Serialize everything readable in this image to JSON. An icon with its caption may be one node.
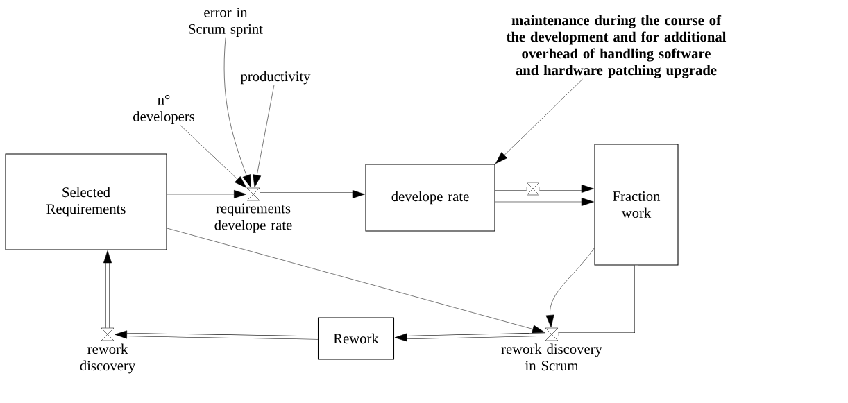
{
  "diagram": {
    "nodes": [
      {
        "text": [
          "Selected Requirements"
        ]
      },
      {
        "text": [
          "develope rate"
        ]
      },
      {
        "text": [
          "Fraction work"
        ]
      },
      {
        "text": [
          "Rework"
        ]
      },
      {
        "text": [
          "n° developers"
        ]
      },
      {
        "text": [
          "error in Scrum sprint"
        ]
      },
      {
        "text": [
          "productivity"
        ]
      },
      {
        "text": [
          "maintenance during the course of the development and for additional overhead of handling software and hardware patching upgrade"
        ]
      },
      {
        "text": [
          "requirements develope rate"
        ]
      },
      {
        "text": [],
        "shape": "valve"
      },
      {
        "text": [
          "rework discovery in Scrum"
        ]
      },
      {
        "text": [
          "rework discovery"
        ]
      }
    ],
    "edges": [
      {
        "from": 4,
        "to": 8,
        "arrow": "to"
      },
      {
        "from": 5,
        "to": 8,
        "arrow": "to"
      },
      {
        "from": 6,
        "to": 8,
        "arrow": "to"
      },
      {
        "from": 0,
        "to": 8,
        "arrow": "to"
      },
      {
        "from": 8,
        "to": 1,
        "arrow": "to",
        "style": "thick"
      },
      {
        "from": 7,
        "to": 1,
        "arrow": "to"
      },
      {
        "from": 1,
        "to": 9,
        "arrow": "none",
        "style": "thick"
      },
      {
        "from": 9,
        "to": 2,
        "arrow": "to",
        "style": "thick"
      },
      {
        "from": 1,
        "to": 2,
        "arrow": "to"
      },
      {
        "from": 2,
        "to": 10,
        "arrow": "none",
        "style": "thick"
      },
      {
        "from": 2,
        "to": 10,
        "arrow": "to"
      },
      {
        "from": 0,
        "to": 10,
        "arrow": "to"
      },
      {
        "from": 10,
        "to": 3,
        "arrow": "to",
        "style": "thick"
      },
      {
        "from": 3,
        "to": 11,
        "arrow": "to",
        "style": "thick"
      },
      {
        "from": 11,
        "to": 0,
        "arrow": "to",
        "style": "thick"
      }
    ]
  }
}
